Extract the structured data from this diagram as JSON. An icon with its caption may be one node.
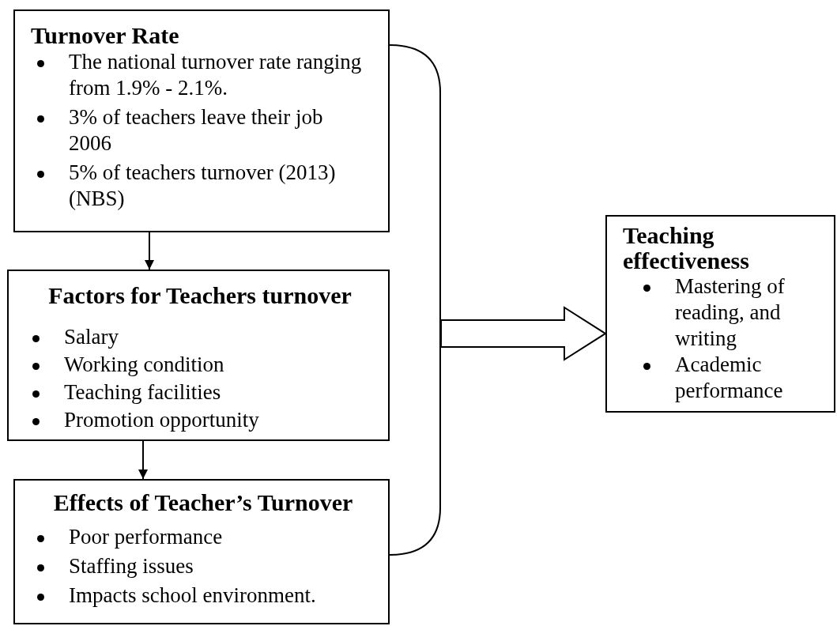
{
  "diagram": {
    "nodes": [
      {
        "text": [
          "Turnover Rate",
          "The national turnover rate ranging from 1.9% - 2.1%.",
          "3% of teachers leave their job 2006",
          "5% of teachers turnover (2013)(NBS)"
        ]
      },
      {
        "text": [
          "Factors for Teachers turnover",
          "Salary",
          "Working condition",
          "Teaching facilities",
          "Promotion opportunity"
        ]
      },
      {
        "text": [
          "Effects of Teacher’s Turnover",
          "Poor performance",
          "Staffing issues",
          "Impacts school environment."
        ]
      },
      {
        "text": [
          "Teaching effectiveness",
          "Mastering of reading, and writing",
          "Academic performance"
        ]
      }
    ],
    "edges": [
      {
        "from": 0,
        "to": 1,
        "arrow": "to"
      },
      {
        "from": 1,
        "to": 2,
        "arrow": "to"
      },
      {
        "from": null,
        "to": 3,
        "arrow": "to",
        "style": "thick"
      }
    ]
  }
}
